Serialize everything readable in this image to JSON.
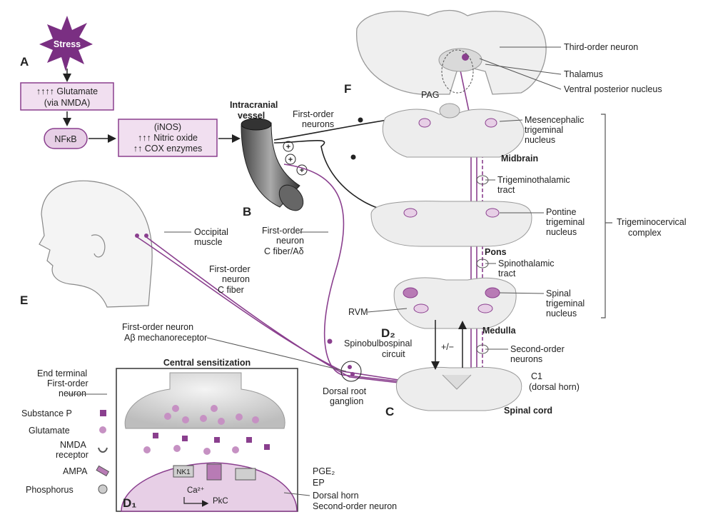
{
  "stress": "Stress",
  "glutamate_box": [
    "↑↑↑↑ Glutamate",
    "(via NMDA)"
  ],
  "nfkb": "NFκB",
  "inos_box": [
    "(iNOS)",
    "↑↑↑ Nitric oxide",
    "↑↑ COX enzymes"
  ],
  "vessel_label": [
    "Intracranial",
    "vessel"
  ],
  "first_order_top": [
    "First-order",
    "neurons"
  ],
  "first_order_mid": [
    "First-order",
    "neuron",
    "C fiber/Aδ"
  ],
  "first_order_c": [
    "First-order",
    "neuron",
    "C fiber"
  ],
  "first_order_ab": [
    "First-order neuron",
    "Aβ mechanoreceptor"
  ],
  "occipital": [
    "Occipital",
    "muscle"
  ],
  "third_order": "Third-order neuron",
  "thalamus": "Thalamus",
  "vpn": "Ventral posterior nucleus",
  "pag": "PAG",
  "mesenceph": [
    "Mesencephalic",
    "trigeminal",
    "nucleus"
  ],
  "midbrain": "Midbrain",
  "trig_tract": [
    "Trigeminothalamic",
    "tract"
  ],
  "pontine": [
    "Pontine",
    "trigeminal",
    "nucleus"
  ],
  "complex": [
    "Trigeminocervical",
    "complex"
  ],
  "pons": "Pons",
  "spino_tract": [
    "Spinothalamic",
    "tract"
  ],
  "spinal_trig": [
    "Spinal",
    "trigeminal",
    "nucleus"
  ],
  "rvm": "RVM",
  "medulla": "Medulla",
  "spinobulbo": [
    "Spinobulbospinal",
    "circuit"
  ],
  "plusminus": "+/−",
  "second_order": [
    "Second-order",
    "neurons"
  ],
  "c1": [
    "C1",
    "(dorsal horn)"
  ],
  "spinal_cord": "Spinal cord",
  "drg": [
    "Dorsal root",
    "ganglion"
  ],
  "central_sens": "Central sensitization",
  "end_terminal": [
    "End terminal",
    "First-order",
    "neuron"
  ],
  "legend": [
    "Substance P",
    "Glutamate",
    "NMDA",
    "receptor",
    "AMPA",
    "Phosphorus"
  ],
  "nk1": "NK1",
  "ca": "Ca²⁺",
  "pkc": "PkC",
  "pge2": "PGE₂",
  "ep": "EP",
  "dorsal_horn": [
    "Dorsal horn",
    "Second-order neuron"
  ],
  "letters": {
    "A": "A",
    "B": "B",
    "C": "C",
    "D1": "D₁",
    "D2": "D₂",
    "E": "E",
    "F": "F"
  },
  "colors": {
    "purple": "#8a3f8e",
    "lightPurple": "#e7cfe6",
    "box": "#f1dff0",
    "gray": "#c9c9c9"
  }
}
